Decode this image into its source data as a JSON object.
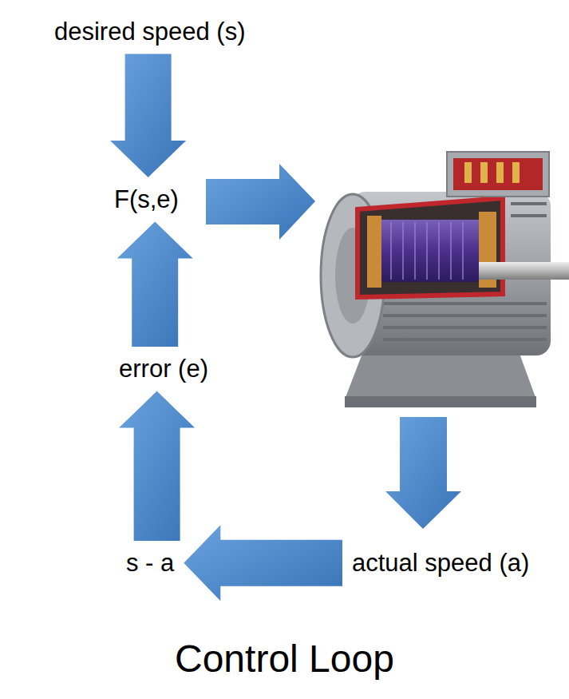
{
  "diagram": {
    "caption": "Control Loop",
    "nodes": [
      {
        "text": [
          "desired speed (s)"
        ]
      },
      {
        "text": [
          "F(s,e)"
        ]
      },
      {
        "text": [
          "error (e)"
        ]
      },
      {
        "text": [
          "s - a"
        ]
      },
      {
        "text": [
          "actual speed (a)"
        ]
      }
    ],
    "edges": [
      {
        "from": 0,
        "to": 1,
        "arrow": "to"
      },
      {
        "from": 4,
        "to": 3,
        "arrow": "to"
      },
      {
        "from": 3,
        "to": 2,
        "arrow": "to"
      },
      {
        "from": 2,
        "to": 1,
        "arrow": "to"
      }
    ]
  }
}
